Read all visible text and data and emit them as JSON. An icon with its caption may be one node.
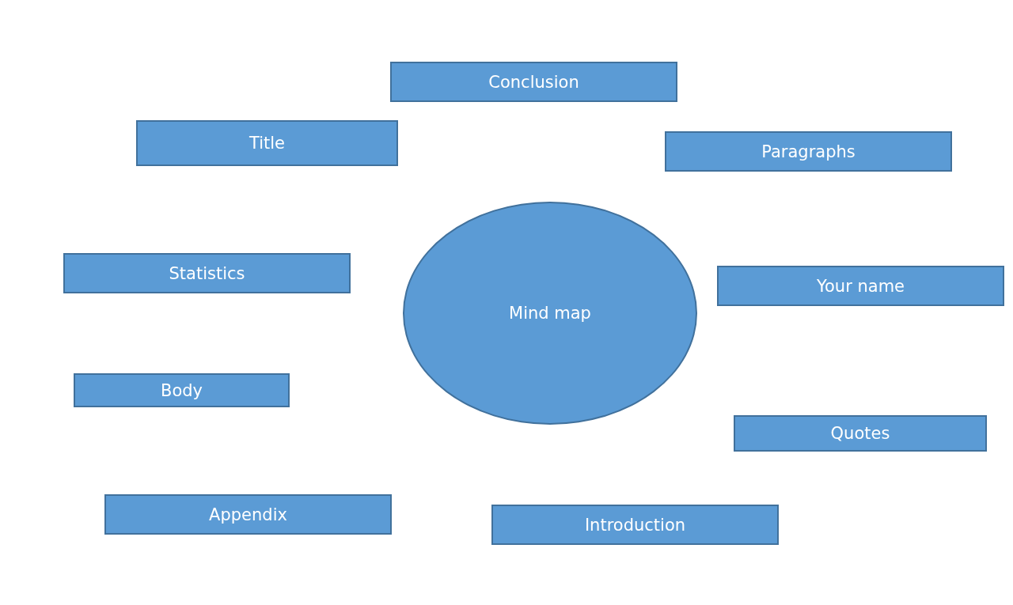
{
  "diagram": {
    "nodes": [
      {
        "text": [
          "Conclusion"
        ]
      },
      {
        "text": [
          "Title"
        ]
      },
      {
        "text": [
          "Paragraphs"
        ]
      },
      {
        "text": [
          "Mind map"
        ]
      },
      {
        "text": [
          "Statistics"
        ]
      },
      {
        "text": [
          "Your name"
        ]
      },
      {
        "text": [
          "Body"
        ]
      },
      {
        "text": [
          "Quotes"
        ]
      },
      {
        "text": [
          "Appendix"
        ]
      },
      {
        "text": [
          "Introduction"
        ]
      }
    ],
    "edges": []
  }
}
